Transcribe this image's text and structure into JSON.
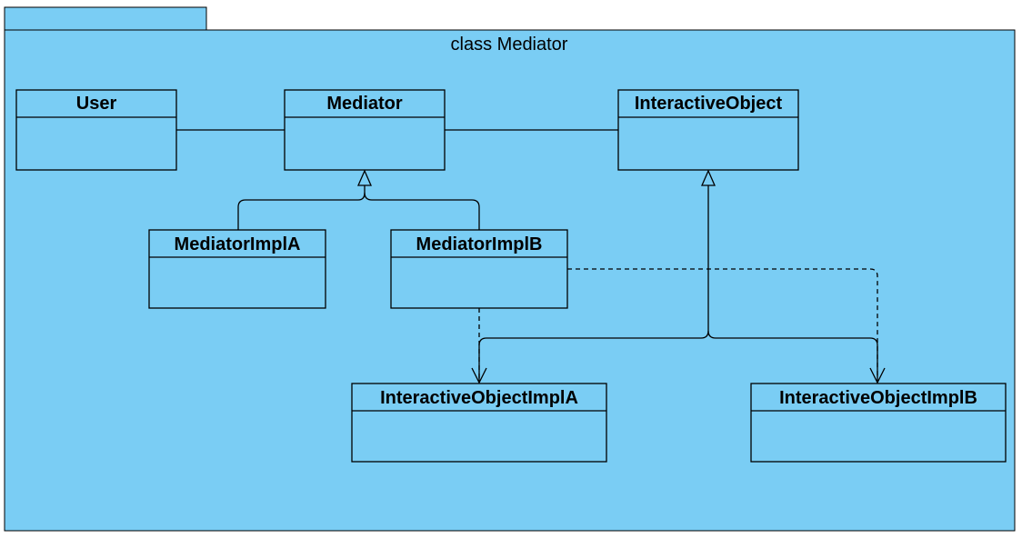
{
  "package": {
    "title": "class Mediator",
    "fill": "#7ACDF4",
    "stroke": "#000000"
  },
  "classes": {
    "user": "User",
    "mediator": "Mediator",
    "interactive_object": "InteractiveObject",
    "mediator_impl_a": "MediatorImplA",
    "mediator_impl_b": "MediatorImplB",
    "interactive_object_impl_a": "InteractiveObjectImplA",
    "interactive_object_impl_b": "InteractiveObjectImplB"
  }
}
